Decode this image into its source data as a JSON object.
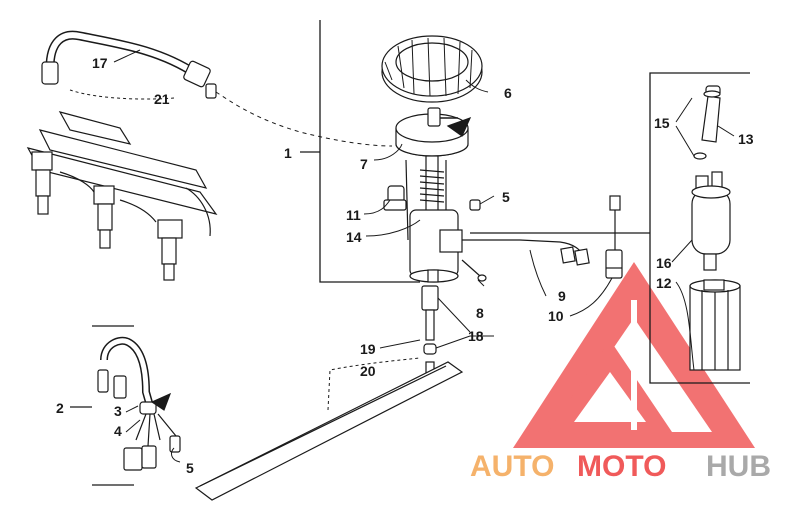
{
  "diagram": {
    "callouts": {
      "c1": "1",
      "c2": "2",
      "c3": "3",
      "c4": "4",
      "c5a": "5",
      "c5b": "5",
      "c6": "6",
      "c7": "7",
      "c8": "8",
      "c9": "9",
      "c10": "10",
      "c11": "11",
      "c12": "12",
      "c13": "13",
      "c14": "14",
      "c15": "15",
      "c16": "16",
      "c17": "17",
      "c18": "18",
      "c19": "19",
      "c20": "20",
      "c21": "21"
    }
  },
  "watermark": {
    "part1": "AUTO",
    "part2": "MOTO",
    "part3": "HUB"
  },
  "colors": {
    "line": "#1a1a1a",
    "logo_red": "#f05a5a",
    "logo_orange": "#f5b26b",
    "logo_gray": "#a9a9a9"
  }
}
